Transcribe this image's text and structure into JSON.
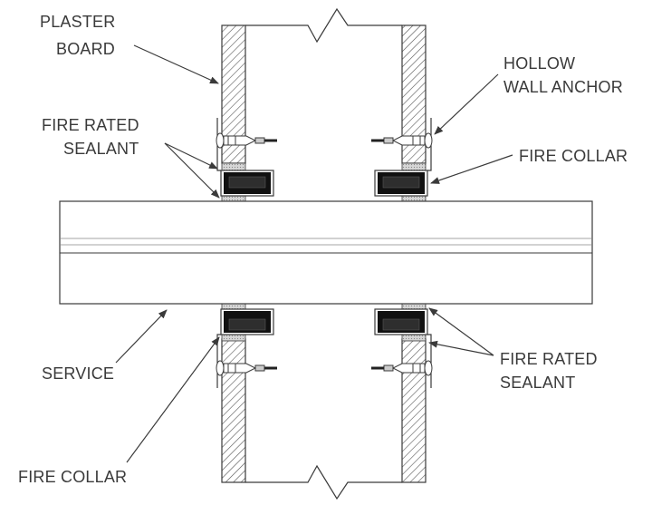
{
  "labels": {
    "plaster_board": [
      "PLASTER",
      "BOARD"
    ],
    "hollow_wall_anchor": [
      "HOLLOW",
      "WALL ANCHOR"
    ],
    "fire_rated_sealant_top": [
      "FIRE RATED",
      "SEALANT"
    ],
    "fire_collar_top": "FIRE COLLAR",
    "service": "SERVICE",
    "fire_rated_sealant_bottom": [
      "FIRE RATED",
      "SEALANT"
    ],
    "fire_collar_bottom": "FIRE COLLAR"
  },
  "colors": {
    "line": "#3a3a3a",
    "hatch": "#555555",
    "collar": "#111111",
    "sealant": "#c8c8c8",
    "background": "#ffffff"
  }
}
